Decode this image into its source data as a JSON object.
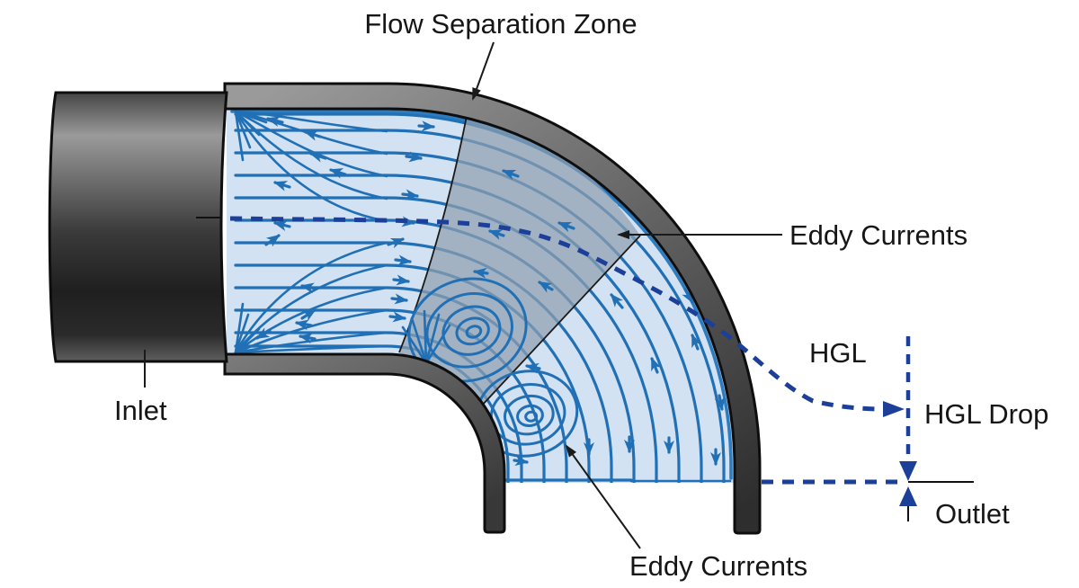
{
  "diagram": {
    "title": "Pipe elbow flow separation diagram",
    "labels": {
      "flow_separation_zone": "Flow Separation Zone",
      "eddy_currents_top": "Eddy Currents",
      "eddy_currents_bottom": "Eddy Currents",
      "inlet": "Inlet",
      "hgl": "HGL",
      "hgl_drop": "HGL Drop",
      "outlet": "Outlet"
    },
    "colors": {
      "stream": "#2170b5",
      "stream-bright": "#2d7cc0",
      "hgl": "#1c3f99",
      "flow": "#d2e2f2",
      "wedge": "#8fa0af",
      "wall-light": "#9a9a9a",
      "wall-dark": "#2e2e2e",
      "label": "#161616",
      "bg": "#ffffff"
    }
  }
}
